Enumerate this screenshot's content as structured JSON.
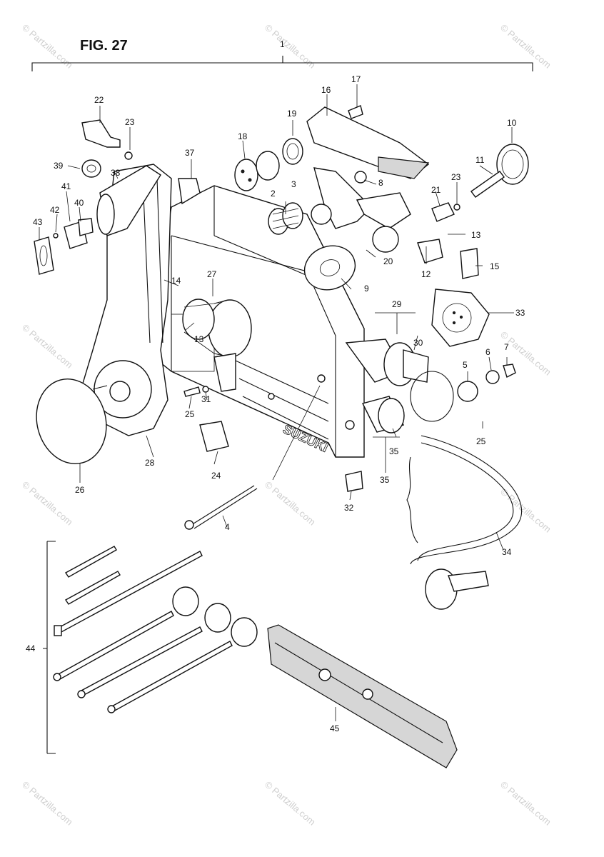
{
  "figure_title": "FIG. 27",
  "brand_text": "SUZUKI",
  "watermark": "© Partzilla.com",
  "callouts": [
    {
      "id": "c1",
      "text": "1"
    },
    {
      "id": "c2",
      "text": "2"
    },
    {
      "id": "c3",
      "text": "3"
    },
    {
      "id": "c4",
      "text": "4"
    },
    {
      "id": "c5",
      "text": "5"
    },
    {
      "id": "c6",
      "text": "6"
    },
    {
      "id": "c7",
      "text": "7"
    },
    {
      "id": "c8",
      "text": "8"
    },
    {
      "id": "c9",
      "text": "9"
    },
    {
      "id": "c10",
      "text": "10"
    },
    {
      "id": "c11",
      "text": "11"
    },
    {
      "id": "c12",
      "text": "12"
    },
    {
      "id": "c13a",
      "text": "13"
    },
    {
      "id": "c13b",
      "text": "13"
    },
    {
      "id": "c14",
      "text": "14"
    },
    {
      "id": "c15",
      "text": "15"
    },
    {
      "id": "c16",
      "text": "16"
    },
    {
      "id": "c17",
      "text": "17"
    },
    {
      "id": "c18",
      "text": "18"
    },
    {
      "id": "c19",
      "text": "19"
    },
    {
      "id": "c20",
      "text": "20"
    },
    {
      "id": "c21",
      "text": "21"
    },
    {
      "id": "c22",
      "text": "22"
    },
    {
      "id": "c23a",
      "text": "23"
    },
    {
      "id": "c23b",
      "text": "23"
    },
    {
      "id": "c24",
      "text": "24"
    },
    {
      "id": "c25a",
      "text": "25"
    },
    {
      "id": "c25b",
      "text": "25"
    },
    {
      "id": "c26",
      "text": "26"
    },
    {
      "id": "c27",
      "text": "27"
    },
    {
      "id": "c28",
      "text": "28"
    },
    {
      "id": "c29",
      "text": "29"
    },
    {
      "id": "c30",
      "text": "30"
    },
    {
      "id": "c31",
      "text": "31"
    },
    {
      "id": "c32",
      "text": "32"
    },
    {
      "id": "c33",
      "text": "33"
    },
    {
      "id": "c34",
      "text": "34"
    },
    {
      "id": "c35a",
      "text": "35"
    },
    {
      "id": "c35b",
      "text": "35"
    },
    {
      "id": "c37",
      "text": "37"
    },
    {
      "id": "c38",
      "text": "38"
    },
    {
      "id": "c39",
      "text": "39"
    },
    {
      "id": "c40",
      "text": "40"
    },
    {
      "id": "c41",
      "text": "41"
    },
    {
      "id": "c42",
      "text": "42"
    },
    {
      "id": "c43",
      "text": "43"
    },
    {
      "id": "c44",
      "text": "44"
    },
    {
      "id": "c45",
      "text": "45"
    }
  ]
}
